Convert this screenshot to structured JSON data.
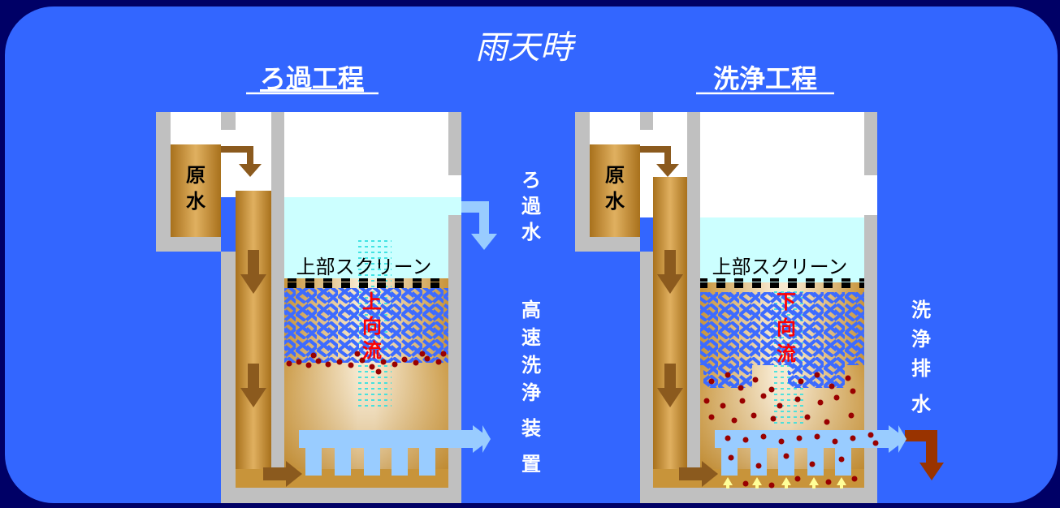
{
  "title": "雨天時",
  "panels": [
    {
      "id": "filtration",
      "heading": "ろ過工程",
      "raw_water": "原水",
      "screen_label": "上部スクリーン",
      "flow_label": "上向流",
      "outlet_label": "ろ過水",
      "device_label": "高速洗浄装置"
    },
    {
      "id": "washing",
      "heading": "洗浄工程",
      "raw_water": "原水",
      "screen_label": "上部スクリーン",
      "flow_label": "下向流",
      "outlet_label": "洗浄排水"
    }
  ],
  "colors": {
    "background_outer": "#000066",
    "panel_blue": "#3366ff",
    "wall_gray": "#c0c0c0",
    "raw_water_brown": "#c8902f",
    "arrow_brown": "#8b5a1e",
    "clear_water": "#ccffff",
    "filtered_arrow": "#99ccff",
    "media_blue": "#3d6bff",
    "particle_red": "#990000",
    "flow_text_red": "#ff0000",
    "drain_arrow": "#993300",
    "up_arrow_yellow": "#ffff99"
  }
}
